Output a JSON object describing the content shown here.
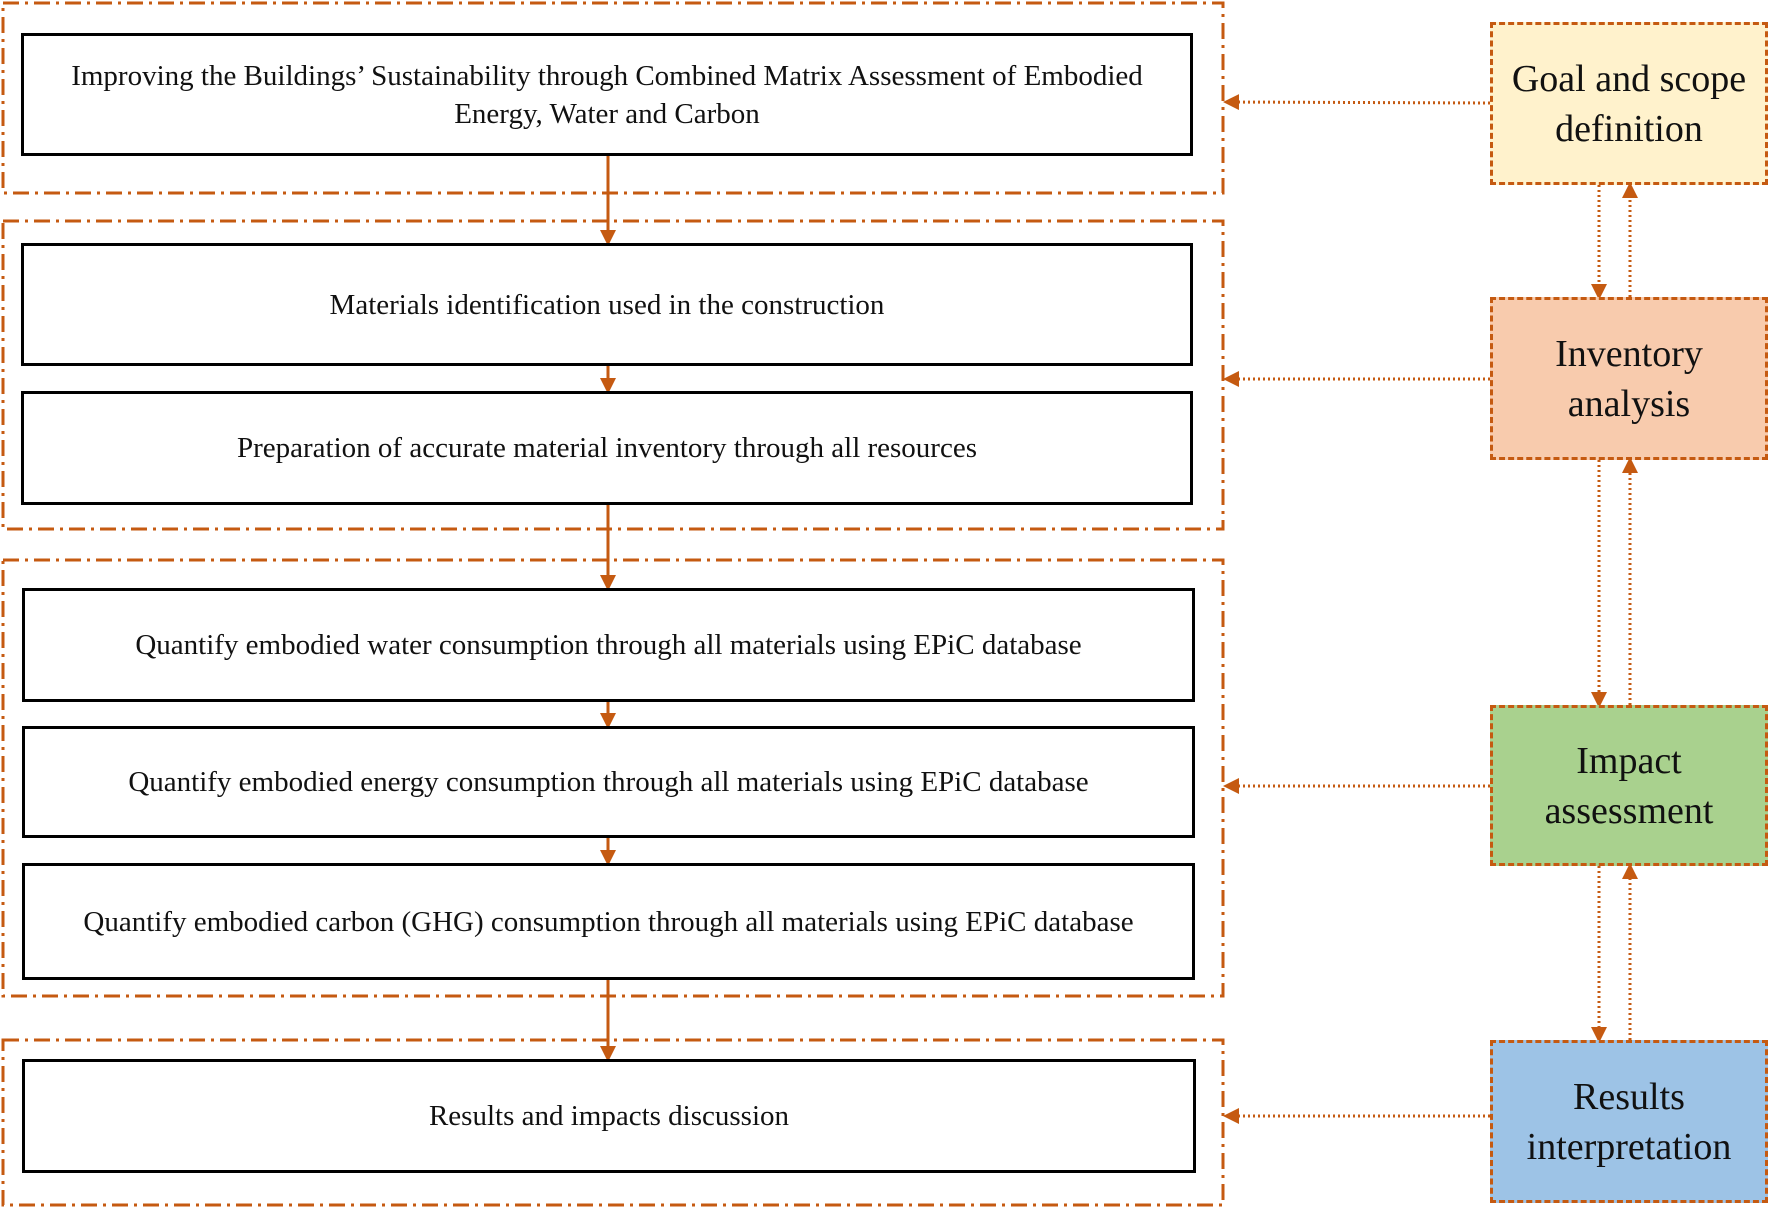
{
  "colors": {
    "connector": "#c55a11",
    "goal_fill": "#fff2cc",
    "inventory_fill": "#f8cbad",
    "impact_fill": "#a9d18e",
    "results_fill": "#9dc3e6",
    "box_border": "#000000"
  },
  "steps": {
    "title": "Improving the Buildings’ Sustainability through Combined Matrix Assessment of Embodied Energy, Water and Carbon",
    "materials_identification": "Materials identification used in the construction",
    "material_inventory": "Preparation of accurate material inventory through all resources",
    "embodied_water": "Quantify embodied water consumption through all materials using EPiC database",
    "embodied_energy": "Quantify embodied energy consumption through all materials using EPiC database",
    "embodied_carbon": "Quantify embodied carbon (GHG) consumption through all materials using EPiC database",
    "results_discussion": "Results and impacts discussion"
  },
  "phases": {
    "goal": "Goal and scope definition",
    "inventory": "Inventory analysis",
    "impact": "Impact assessment",
    "results": "Results interpretation"
  }
}
